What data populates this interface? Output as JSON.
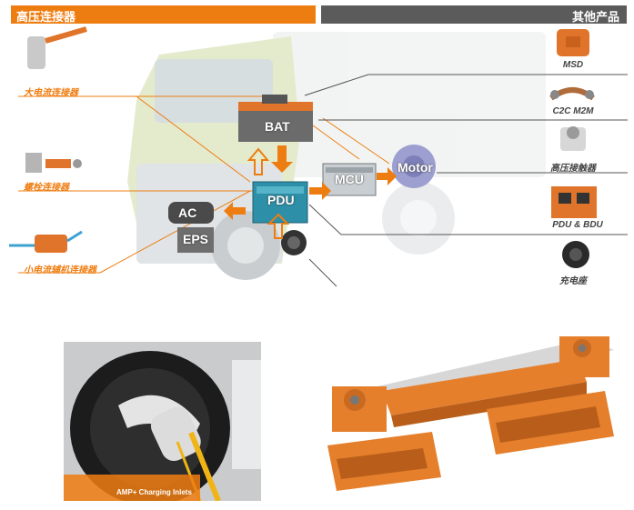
{
  "header": {
    "left_title": "高压连接器",
    "right_title": "其他产品"
  },
  "left_products": [
    {
      "label": "大电流连接器"
    },
    {
      "label": "螺栓连接器"
    },
    {
      "label": "小电流辅机连接器"
    }
  ],
  "right_products": [
    {
      "label": "MSD"
    },
    {
      "label": "C2C M2M"
    },
    {
      "label": "高压接触器"
    },
    {
      "label": "PDU & BDU"
    },
    {
      "label": "充电座"
    }
  ],
  "system_blocks": {
    "bat": "BAT",
    "mcu": "MCU",
    "motor": "Motor",
    "pdu": "PDU",
    "ac": "AC",
    "eps": "EPS"
  },
  "photo": {
    "caption": "AMP+ Charging Inlets"
  },
  "colors": {
    "accent": "#ee7d11",
    "header_dark": "#5b5b5b",
    "line_gray": "#555555",
    "connector_orange": "#e0742a"
  }
}
